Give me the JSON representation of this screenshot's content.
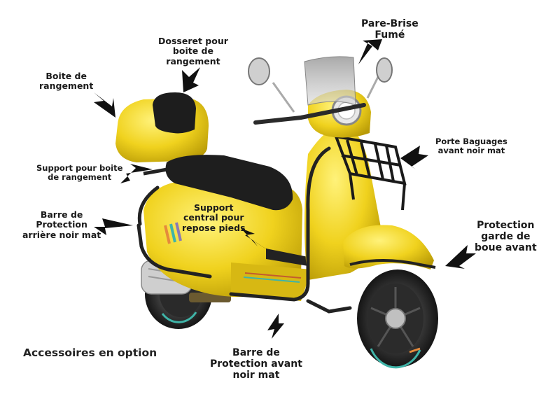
{
  "callouts": {
    "pare_brise": "Pare-Brise\nFumé",
    "dosseret": "Dosseret pour\nboite de\nrangement",
    "boite": "Boite de\nrangement",
    "support_boite": "Support pour boite\nde rangement",
    "porte_bagages": "Porte Baguages\navant noir mat",
    "barre_arriere": "Barre de\nProtection\narrière noir mat",
    "support_central": "Support\ncentral pour\nrepose pieds",
    "protection_garde": "Protection\ngarde de\nboue avant",
    "barre_avant": "Barre de\nProtection avant\nnoir mat"
  },
  "footer": "Accessoires en option",
  "colors": {
    "body": "#f0d21e",
    "body_shadow": "#c9a90c",
    "seat": "#1e1e1e",
    "chrome": "#c8c8c8",
    "arrow": "#111111"
  }
}
